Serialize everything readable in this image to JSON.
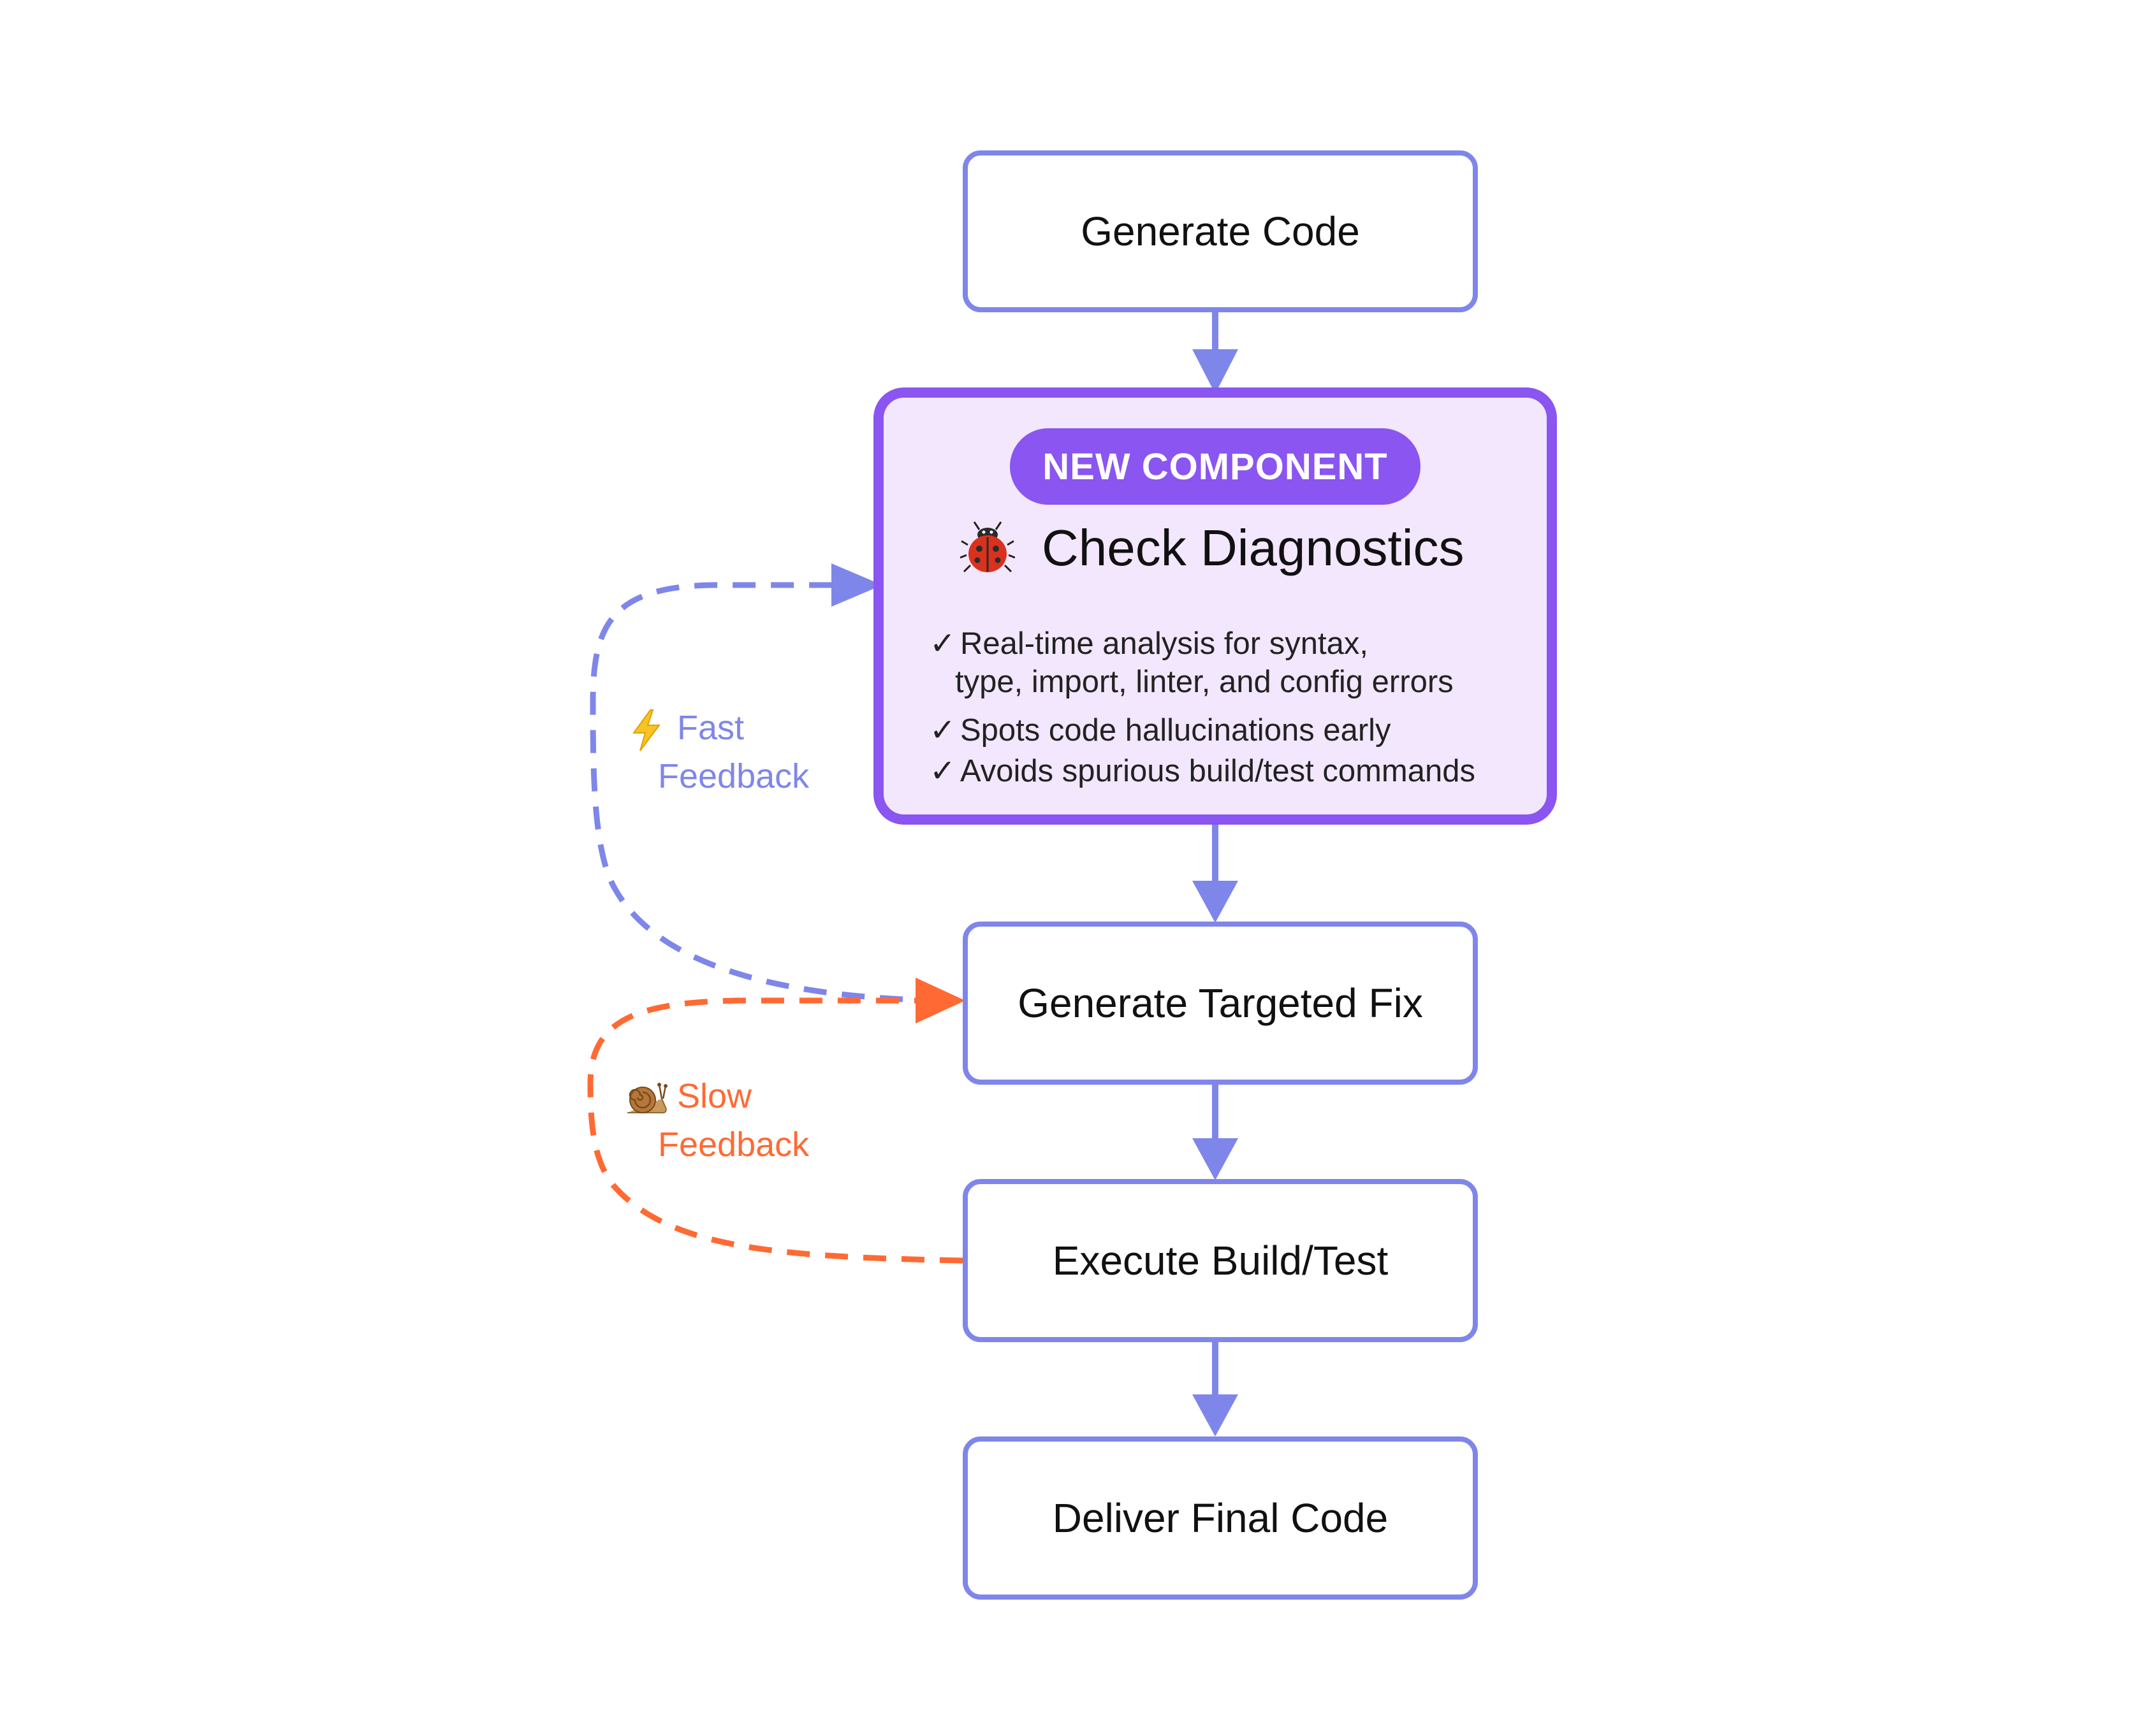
{
  "colors": {
    "node_border": "#7f86ea",
    "accent_purple": "#8a55f0",
    "accent_fill": "#f2e7fc",
    "fast_feedback": "#7f86ea",
    "slow_feedback": "#ff6a34"
  },
  "nodes": {
    "generate_code": "Generate Code",
    "generate_fix": "Generate Targeted Fix",
    "execute_build": "Execute Build/Test",
    "deliver_code": "Deliver Final Code"
  },
  "diagnostics": {
    "badge": "NEW COMPONENT",
    "icon": "ladybug-icon",
    "title": "Check Diagnostics",
    "bullets": [
      "Real-time analysis for syntax,",
      "type, import, linter, and config errors",
      "Spots code hallucinations early",
      "Avoids spurious build/test commands"
    ],
    "check_mark": "✓"
  },
  "feedback": {
    "fast": {
      "icon": "lightning-icon",
      "line1": "Fast",
      "line2": "Feedback"
    },
    "slow": {
      "icon": "snail-icon",
      "line1": "Slow",
      "line2": "Feedback"
    }
  }
}
